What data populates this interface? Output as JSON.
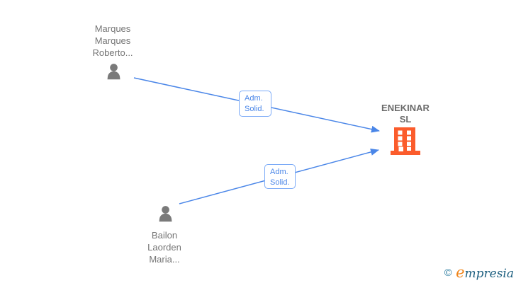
{
  "diagram": {
    "nodes": {
      "persons": [
        {
          "name": "Marques\nMarques\nRoberto..."
        },
        {
          "name": "Bailon\nLaorden\nMaria..."
        }
      ],
      "company": {
        "name": "ENEKINAR\nSL"
      }
    },
    "edges": [
      {
        "label": "Adm.\nSolid."
      },
      {
        "label": "Adm.\nSolid."
      }
    ]
  },
  "watermark": {
    "copyright": "©",
    "brand_initial": "e",
    "brand_rest": "mpresia"
  },
  "colors": {
    "edge_blue": "#4a86e8",
    "edge_box_border": "#7baaf7",
    "node_gray": "#757575",
    "label_gray": "#757575",
    "company_label_gray": "#6b6b6b",
    "building_orange": "#fb5c2c",
    "watermark_teal": "#1e6080",
    "watermark_copyright_teal": "#2e7ea1",
    "watermark_orange": "#f08418",
    "background": "#ffffff"
  }
}
